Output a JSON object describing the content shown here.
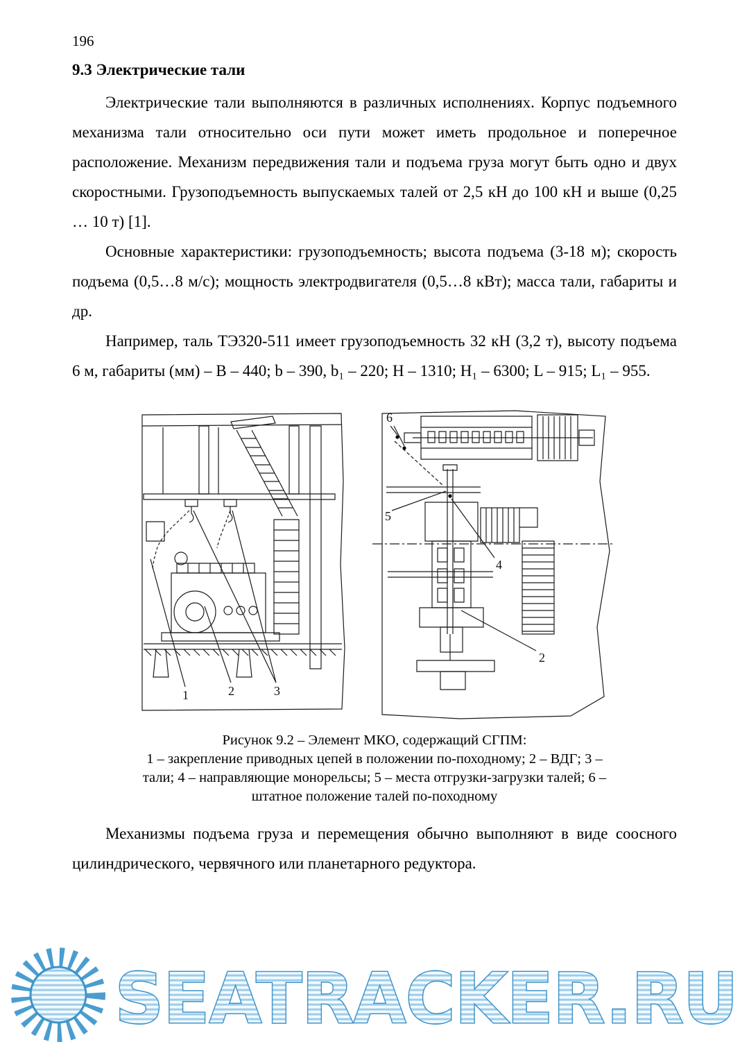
{
  "page_number": "196",
  "heading": "9.3 Электрические тали",
  "paragraphs": [
    "Электрические тали выполняются в различных исполнениях. Корпус подъемного механизма тали относительно оси пути может иметь продольное и поперечное расположение. Механизм передвижения тали и подъема груза могут быть одно и двух скоростными. Грузоподъемность выпускаемых талей от 2,5 кН до 100 кН и выше (0,25 … 10 т) [1].",
    "Основные характеристики: грузоподъемность; высота подъема (3-18 м); скорость подъема (0,5…8 м/с); мощность электродвигателя (0,5…8 кВт); масса тали, габариты и др.",
    "Например, таль ТЭ320-511 имеет грузоподъемность 32 кН (3,2 т), высоту подъема 6 м, габариты (мм) – B – 440; b – 390, b₁ – 220; H – 1310; H₁ – 6300; L – 915; L₁ – 955."
  ],
  "figure": {
    "caption_title": "Рисунок 9.2 – Элемент МКО, содержащий СГПМ:",
    "caption_legend": "1 – закрепление приводных цепей в положении по-походному; 2 – ВДГ; 3 – тали; 4 – направляющие монорельсы; 5 – места отгрузки-загрузки талей; 6 – штатное положение талей по-походному",
    "callouts": [
      "1",
      "2",
      "3",
      "4",
      "5",
      "6"
    ]
  },
  "closing_paragraph": "Механизмы подъема груза и перемещения обычно выполняют в виде соосного цилиндрического, червячного или планетарного редуктора.",
  "watermark": {
    "text": "SEATRACKER.RU",
    "icon": "sun-icon",
    "fill_color": "#9ccdea",
    "stroke_color": "#3f93c8"
  }
}
